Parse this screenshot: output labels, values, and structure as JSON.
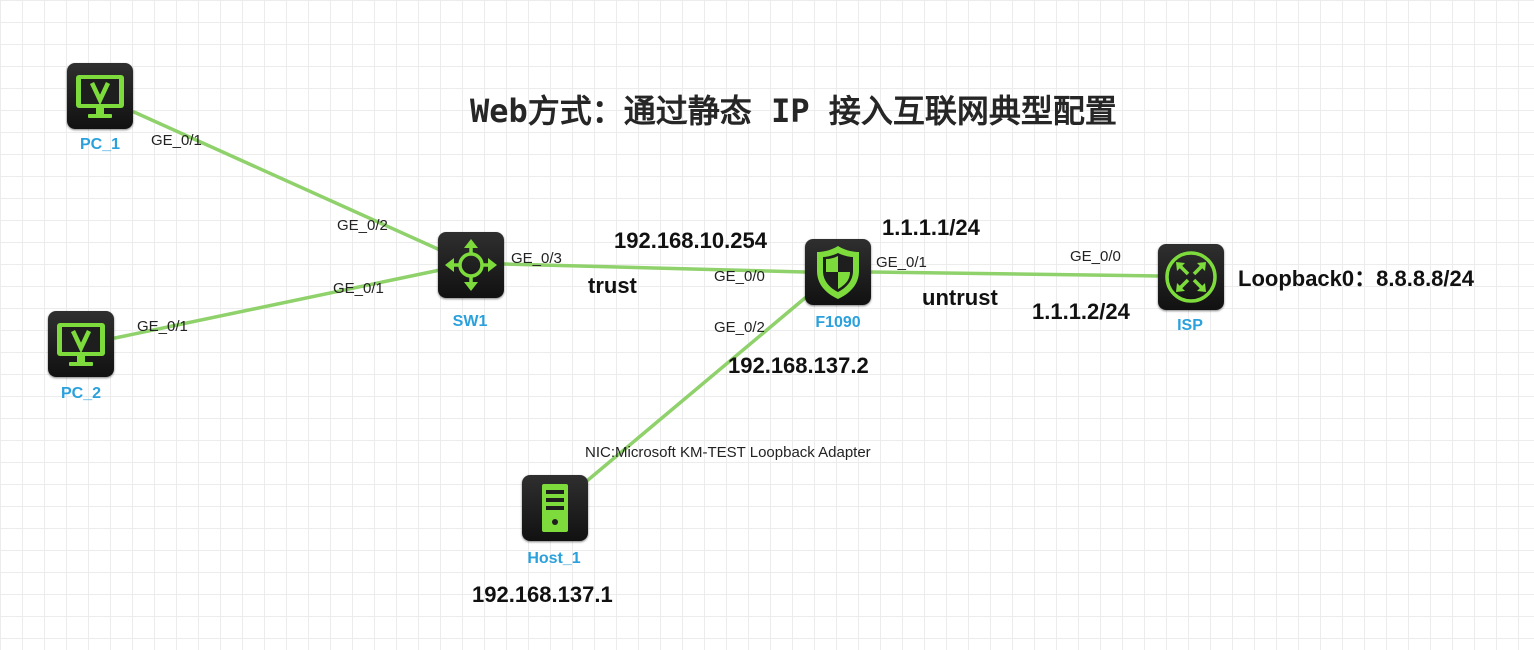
{
  "title": "Web方式：通过静态 IP 接入互联网典型配置",
  "devices": {
    "pc1": {
      "label": "PC_1",
      "icon": "monitor-icon"
    },
    "pc2": {
      "label": "PC_2",
      "icon": "monitor-icon"
    },
    "sw1": {
      "label": "SW1",
      "icon": "switch-arrows-icon"
    },
    "fw": {
      "label": "F1090",
      "icon": "shield-icon"
    },
    "isp": {
      "label": "ISP",
      "icon": "router-icon"
    },
    "host": {
      "label": "Host_1",
      "icon": "server-icon"
    }
  },
  "ports": {
    "pc1": "GE_0/1",
    "pc2": "GE_0/1",
    "sw1_to_pc1": "GE_0/2",
    "sw1_to_pc2": "GE_0/1",
    "sw1_to_fw": "GE_0/3",
    "fw_to_sw1": "GE_0/0",
    "fw_to_isp": "GE_0/1",
    "fw_to_host": "GE_0/2",
    "isp_to_fw": "GE_0/0"
  },
  "addresses": {
    "fw_inside": "192.168.10.254",
    "fw_outside": "1.1.1.1/24",
    "isp_side": "1.1.1.2/24",
    "isp_loopback": "Loopback0：8.8.8.8/24",
    "fw_host_side": "192.168.137.2",
    "host": "192.168.137.1"
  },
  "zones": {
    "inside": "trust",
    "outside": "untrust"
  },
  "host_nic": "NIC:Microsoft KM-TEST Loopback Adapter",
  "colors": {
    "link": "#8fd16a",
    "device_label": "#2aa1dd",
    "icon_green": "#7ddc3c",
    "device_body": "#1e1e1e"
  }
}
